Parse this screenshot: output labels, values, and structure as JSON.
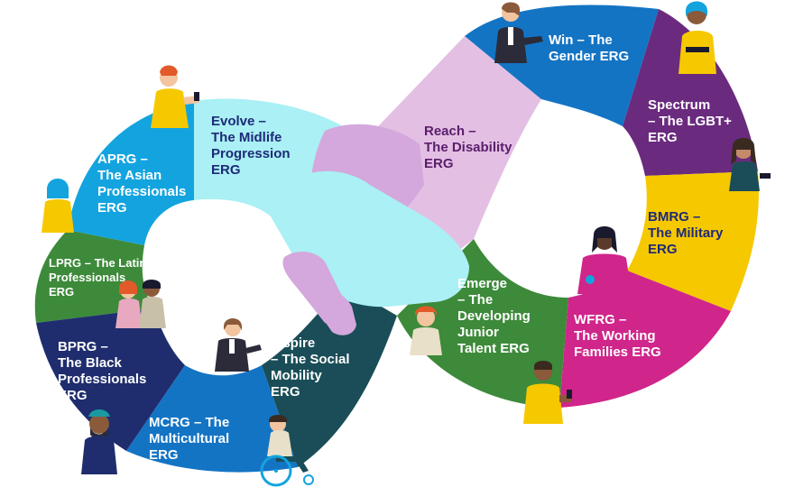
{
  "segments": [
    {
      "id": "win",
      "label": "Win – The\nGender ERG",
      "color": "#1474c4",
      "text_color": "white"
    },
    {
      "id": "spectrum",
      "label": "Spectrum\n– The LGBT+\nERG",
      "color": "#6a2a7e",
      "text_color": "white"
    },
    {
      "id": "bmrg",
      "label": "BMRG –\nThe Military\nERG",
      "color": "#f6c800",
      "text_color": "dark"
    },
    {
      "id": "wfrg",
      "label": "WFRG –\nThe Working\nFamilies ERG",
      "color": "#d0258a",
      "text_color": "white"
    },
    {
      "id": "emerge",
      "label": "Emerge\n– The\nDeveloping\nJunior\nTalent ERG",
      "color": "#3d8a3a",
      "text_color": "white"
    },
    {
      "id": "reach",
      "label": "Reach –\nThe Disability\nERG",
      "color": "#e3bfe4",
      "text_color": "purple"
    },
    {
      "id": "evolve",
      "label": "Evolve –\nThe Midlife\nProgression\nERG",
      "color": "#aaf0f4",
      "text_color": "dark"
    },
    {
      "id": "aprg",
      "label": "APRG –\nThe Asian\nProfessionals\nERG",
      "color": "#13a4df",
      "text_color": "white"
    },
    {
      "id": "lprg",
      "label": "LPRG – The Latin\nProfessionals\nERG",
      "color": "#3d8a3a",
      "text_color": "white"
    },
    {
      "id": "bprg",
      "label": "BPRG –\nThe Black\nProfessionals\nERG",
      "color": "#1f2d6e",
      "text_color": "white"
    },
    {
      "id": "mcrg",
      "label": "MCRG – The\nMulticultural\nERG",
      "color": "#1474c4",
      "text_color": "white"
    },
    {
      "id": "inspire",
      "label": "Inspire\n– The Social\nMobility\nERG",
      "color": "#1a4d57",
      "text_color": "white"
    }
  ],
  "colors": {
    "hand_light_blue": "#aaf0f4",
    "hand_lilac": "#d4a8dc",
    "outline": "#1a1a2e",
    "skin_light": "#f2c4a0",
    "skin_dark": "#8a5a3a",
    "shirt_yellow": "#f6c800",
    "shirt_magenta": "#d0258a",
    "hair_orange": "#e25a2a",
    "suit_dark": "#2b2b3a"
  },
  "icons": [
    "person-suit-icon",
    "person-yellow-shirt-icon",
    "person-headscarf-icon",
    "person-phone-icon",
    "person-hijab-icon",
    "couple-icon",
    "person-turban-icon",
    "wheelchair-user-icon",
    "person-bun-icon",
    "person-magenta-icon",
    "person-yellow-jacket-icon",
    "handshake-icon"
  ]
}
